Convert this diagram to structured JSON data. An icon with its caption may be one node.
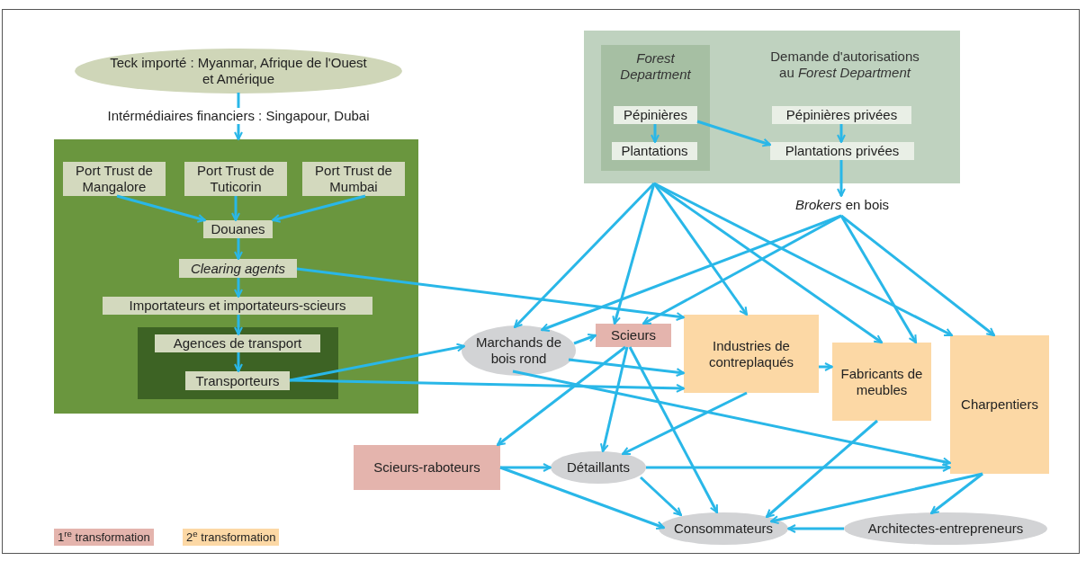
{
  "diagram": {
    "nodes": [
      {
        "text": [
          "Teck importé : Myanmar, Afrique de l'Ouest et Amérique"
        ]
      },
      {
        "text": [],
        "shape": "box"
      },
      {
        "text": [
          "Port Trust de Mangalore"
        ],
        "in": 1
      },
      {
        "text": [
          "Port Trust de Tuticorin"
        ],
        "in": 1
      },
      {
        "text": [
          "Port Trust de Mumbai"
        ],
        "in": 1
      },
      {
        "text": [
          "Douanes"
        ],
        "in": 1
      },
      {
        "text": [
          "Clearing agents"
        ],
        "in": 1
      },
      {
        "text": [
          "Importateurs et importateurs-scieurs"
        ],
        "in": 1
      },
      {
        "text": [],
        "shape": "box",
        "in": 1
      },
      {
        "text": [
          "Agences de transport"
        ],
        "in": 8
      },
      {
        "text": [
          "Transporteurs"
        ],
        "in": 8
      },
      {
        "text": [
          "Demande d'autorisations au *Forest Department*"
        ]
      },
      {
        "text": [
          "Forest Department"
        ],
        "in": 11
      },
      {
        "text": [
          "Pépinières"
        ],
        "in": 12
      },
      {
        "text": [
          "Plantations"
        ],
        "in": 12
      },
      {
        "text": [
          "Pépinières privées"
        ],
        "in": 11
      },
      {
        "text": [
          "Plantations privées"
        ],
        "in": 11
      },
      {
        "text": [
          "*Brokers* en bois"
        ]
      },
      {
        "text": [
          "Marchands de bois rond"
        ]
      },
      {
        "text": [
          "Scieurs"
        ]
      },
      {
        "text": [
          "Industries de contreplaqués"
        ]
      },
      {
        "text": [
          "Fabricants de meubles"
        ]
      },
      {
        "text": [
          "Charpentiers"
        ]
      },
      {
        "text": [
          "Scieurs-raboteurs"
        ]
      },
      {
        "text": [
          "Détaillants"
        ]
      },
      {
        "text": [
          "Consommateurs"
        ]
      },
      {
        "text": [
          "Architectes-entrepreneurs"
        ]
      }
    ],
    "edges": [
      {
        "from": 0,
        "to": 1,
        "arrow": "to",
        "label": "Intérmédiaires financiers : Singapour, Dubai"
      },
      {
        "from": 2,
        "to": 5,
        "arrow": "to"
      },
      {
        "from": 3,
        "to": 5,
        "arrow": "to"
      },
      {
        "from": 4,
        "to": 5,
        "arrow": "to"
      },
      {
        "from": 5,
        "to": 6,
        "arrow": "to"
      },
      {
        "from": 6,
        "to": 7,
        "arrow": "to"
      },
      {
        "from": 7,
        "to": 9,
        "arrow": "to"
      },
      {
        "from": 9,
        "to": 10,
        "arrow": "to"
      },
      {
        "from": 6,
        "to": 20,
        "arrow": "to"
      },
      {
        "from": 10,
        "to": 18,
        "arrow": "to"
      },
      {
        "from": 10,
        "to": 20,
        "arrow": "to"
      },
      {
        "from": 13,
        "to": 14,
        "arrow": "to"
      },
      {
        "from": 13,
        "to": 16,
        "arrow": "to"
      },
      {
        "from": 15,
        "to": 16,
        "arrow": "to"
      },
      {
        "from": 16,
        "to": 17,
        "arrow": "to"
      },
      {
        "from": 11,
        "to": 18,
        "arrow": "to"
      },
      {
        "from": 11,
        "to": 19,
        "arrow": "to"
      },
      {
        "from": 11,
        "to": 20,
        "arrow": "to"
      },
      {
        "from": 11,
        "to": 21,
        "arrow": "to"
      },
      {
        "from": 11,
        "to": 22,
        "arrow": "to"
      },
      {
        "from": 17,
        "to": 18,
        "arrow": "to"
      },
      {
        "from": 17,
        "to": 19,
        "arrow": "to"
      },
      {
        "from": 17,
        "to": 21,
        "arrow": "to"
      },
      {
        "from": 17,
        "to": 22,
        "arrow": "to"
      },
      {
        "from": 18,
        "to": 19,
        "arrow": "to"
      },
      {
        "from": 18,
        "to": 20,
        "arrow": "to"
      },
      {
        "from": 18,
        "to": 22,
        "arrow": "to"
      },
      {
        "from": 19,
        "to": 23,
        "arrow": "to"
      },
      {
        "from": 19,
        "to": 24,
        "arrow": "to"
      },
      {
        "from": 19,
        "to": 25,
        "arrow": "to"
      },
      {
        "from": 20,
        "to": 21,
        "arrow": "to"
      },
      {
        "from": 20,
        "to": 24,
        "arrow": "to"
      },
      {
        "from": 21,
        "to": 25,
        "arrow": "to"
      },
      {
        "from": 22,
        "to": 25,
        "arrow": "to"
      },
      {
        "from": 22,
        "to": 26,
        "arrow": "to"
      },
      {
        "from": 23,
        "to": 24,
        "arrow": "to"
      },
      {
        "from": 23,
        "to": 25,
        "arrow": "to"
      },
      {
        "from": 24,
        "to": 22,
        "arrow": "to"
      },
      {
        "from": 24,
        "to": 25,
        "arrow": "to"
      },
      {
        "from": 26,
        "to": 25,
        "arrow": "to"
      }
    ],
    "legend": [
      {
        "text": "1$^{re}$ transformation",
        "color": "#e4b4ad"
      },
      {
        "text": "2$^{e}$ transformation",
        "color": "#fcd8a5"
      }
    ]
  }
}
